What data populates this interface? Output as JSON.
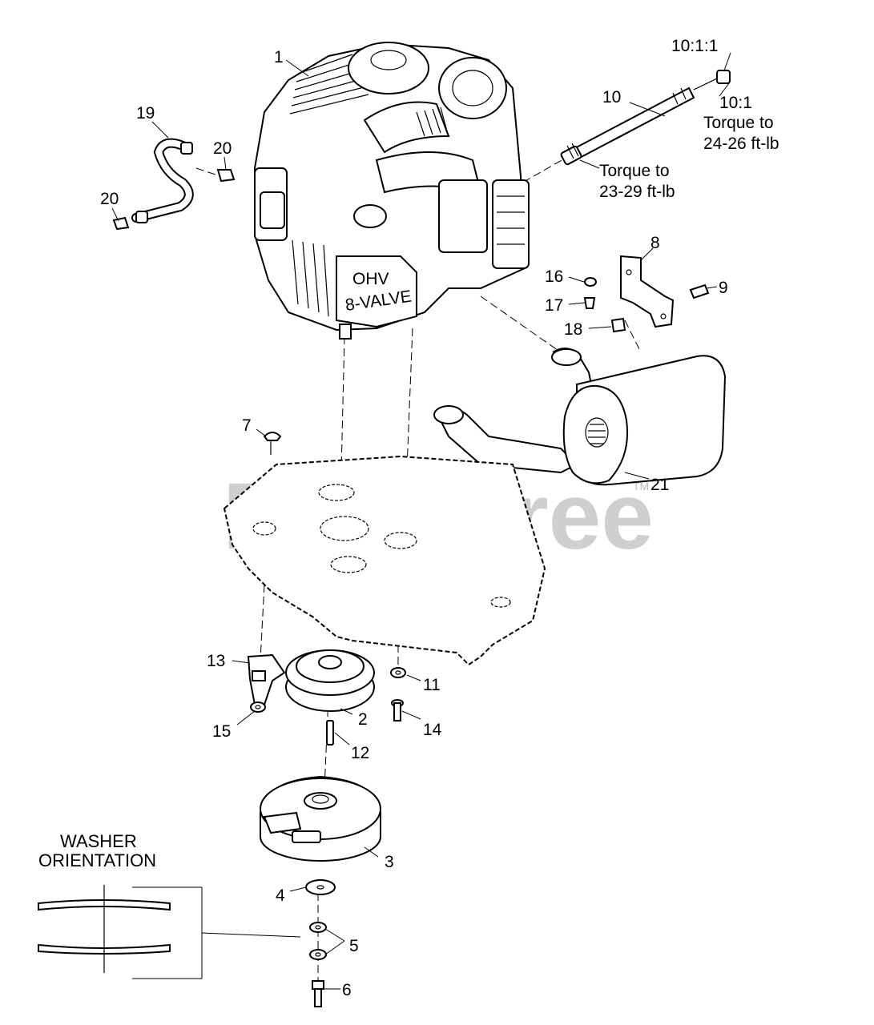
{
  "watermark": {
    "text": "PartsTree",
    "trademark": "TM"
  },
  "callouts": {
    "c1": "1",
    "c2": "2",
    "c3": "3",
    "c4": "4",
    "c5": "5",
    "c6": "6",
    "c7": "7",
    "c8": "8",
    "c9": "9",
    "c10": "10",
    "c10_1": "10:1",
    "c10_1_1": "10:1:1",
    "c11": "11",
    "c12": "12",
    "c13": "13",
    "c14": "14",
    "c15": "15",
    "c16": "16",
    "c17": "17",
    "c18": "18",
    "c19": "19",
    "c20a": "20",
    "c20b": "20",
    "c21": "21"
  },
  "torque_notes": {
    "exhaust_line1": "Torque to",
    "exhaust_line2": "24-26 ft-lb",
    "fitting_line1": "Torque to",
    "fitting_line2": "23-29 ft-lb"
  },
  "washer_orientation": {
    "line1": "WASHER",
    "line2": "ORIENTATION"
  },
  "engine_markings": {
    "ohv": "OHV",
    "valve": "8-VALVE"
  }
}
